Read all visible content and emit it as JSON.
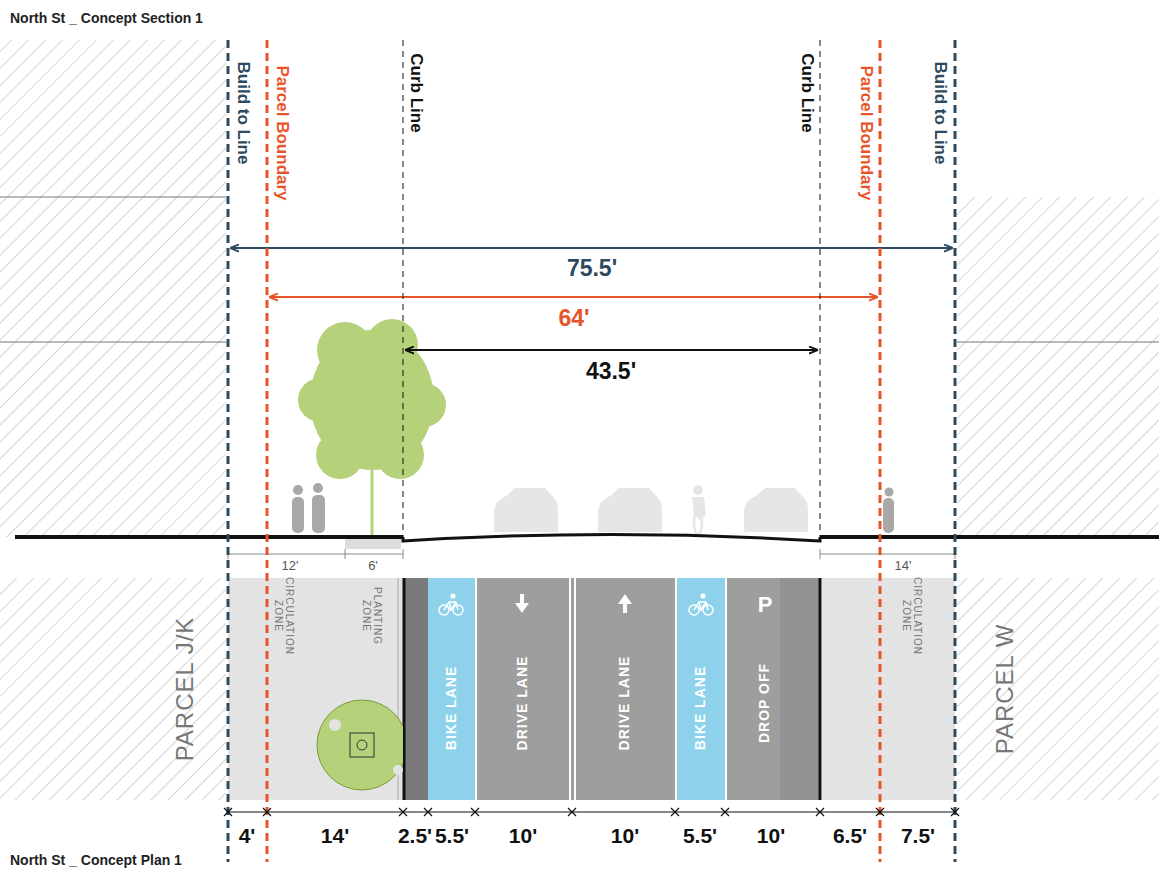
{
  "diagram": {
    "title": "North St _ Concept Section 1",
    "caption": "North St _ Concept Plan 1",
    "nodes": [
      {
        "text": [
          "PARCEL J/K"
        ]
      },
      {
        "text": [
          "CIRCULATION ZONE",
          "PLANTING ZONE"
        ]
      },
      {
        "text": [
          "BIKE LANE"
        ]
      },
      {
        "text": [
          "DRIVE LANE"
        ]
      },
      {
        "text": [
          "DRIVE LANE"
        ]
      },
      {
        "text": [
          "BIKE LANE"
        ]
      },
      {
        "text": [
          "P",
          "DROP OFF"
        ]
      },
      {
        "text": [
          "CIRCULATION ZONE"
        ]
      },
      {
        "text": [
          "PARCEL W"
        ]
      }
    ],
    "edges": [],
    "labels": [
      "Build to Line",
      "Parcel Boundary",
      "Curb Line",
      "Curb Line",
      "Parcel Boundary",
      "Build to Line",
      "75.5'",
      "64'",
      "43.5'",
      "12'",
      "6'",
      "14'",
      "4'",
      "14'",
      "2.5'",
      "5.5'",
      "10'",
      "10'",
      "5.5'",
      "10'",
      "6.5'",
      "7.5'"
    ]
  }
}
